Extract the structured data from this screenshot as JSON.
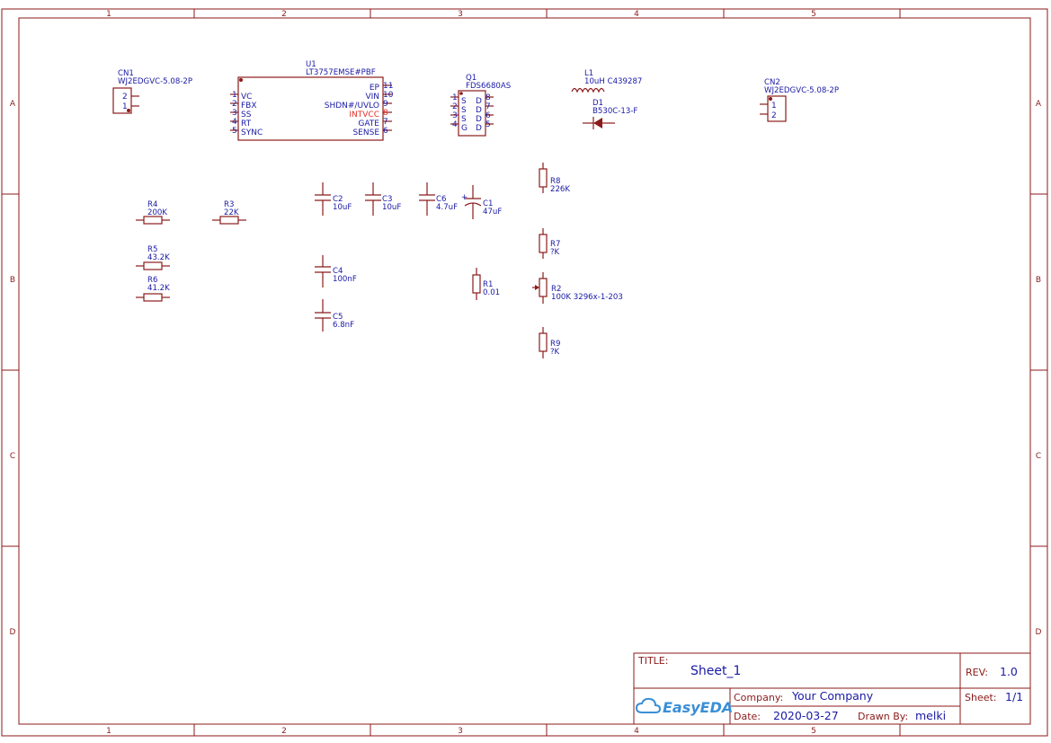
{
  "frame": {
    "col_labels": [
      "1",
      "2",
      "3",
      "4",
      "5"
    ],
    "row_labels": [
      "A",
      "B",
      "C",
      "D"
    ]
  },
  "colors": {
    "line": "#8b1a1a",
    "text": "#1a1aa6",
    "highlight_pin": "#e0302a",
    "logo": "#3a8fd6"
  },
  "components": {
    "cn1": {
      "ref": "CN1",
      "value": "WJ2EDGVC-5.08-2P",
      "pins": [
        "2",
        "1"
      ]
    },
    "cn2": {
      "ref": "CN2",
      "value": "WJ2EDGVC-5.08-2P",
      "pins": [
        "1",
        "2"
      ]
    },
    "u1": {
      "ref": "U1",
      "value": "LT3757EMSE#PBF",
      "left_pins": [
        {
          "num": "1",
          "name": "VC"
        },
        {
          "num": "2",
          "name": "FBX"
        },
        {
          "num": "3",
          "name": "SS"
        },
        {
          "num": "4",
          "name": "RT"
        },
        {
          "num": "5",
          "name": "SYNC"
        }
      ],
      "right_pins": [
        {
          "num": "11",
          "name": "EP"
        },
        {
          "num": "10",
          "name": "VIN"
        },
        {
          "num": "9",
          "name": "SHDN#/UVLO"
        },
        {
          "num": "8",
          "name": "INTVCC"
        },
        {
          "num": "7",
          "name": "GATE"
        },
        {
          "num": "6",
          "name": "SENSE"
        }
      ]
    },
    "q1": {
      "ref": "Q1",
      "value": "FDS6680AS",
      "left_pins": [
        {
          "num": "1",
          "name": "S"
        },
        {
          "num": "2",
          "name": "S"
        },
        {
          "num": "3",
          "name": "S"
        },
        {
          "num": "4",
          "name": "G"
        }
      ],
      "right_pins": [
        {
          "num": "8",
          "name": "D"
        },
        {
          "num": "7",
          "name": "D"
        },
        {
          "num": "6",
          "name": "D"
        },
        {
          "num": "5",
          "name": "D"
        }
      ]
    },
    "l1": {
      "ref": "L1",
      "value": "10uH C439287"
    },
    "d1": {
      "ref": "D1",
      "value": "B530C-13-F"
    },
    "r1": {
      "ref": "R1",
      "value": "0.01"
    },
    "r2": {
      "ref": "R2",
      "value": "100K 3296x-1-203"
    },
    "r3": {
      "ref": "R3",
      "value": "22K"
    },
    "r4": {
      "ref": "R4",
      "value": "200K"
    },
    "r5": {
      "ref": "R5",
      "value": "43.2K"
    },
    "r6": {
      "ref": "R6",
      "value": "41.2K"
    },
    "r7": {
      "ref": "R7",
      "value": "?K"
    },
    "r8": {
      "ref": "R8",
      "value": "226K"
    },
    "r9": {
      "ref": "R9",
      "value": "?K"
    },
    "c1": {
      "ref": "C1",
      "value": "47uF"
    },
    "c2": {
      "ref": "C2",
      "value": "10uF"
    },
    "c3": {
      "ref": "C3",
      "value": "10uF"
    },
    "c4": {
      "ref": "C4",
      "value": "100nF"
    },
    "c5": {
      "ref": "C5",
      "value": "6.8nF"
    },
    "c6": {
      "ref": "C6",
      "value": "4.7uF"
    }
  },
  "title_block": {
    "title_label": "TITLE:",
    "title": "Sheet_1",
    "rev_label": "REV:",
    "rev": "1.0",
    "company_label": "Company:",
    "company": "Your Company",
    "sheet_label": "Sheet:",
    "sheet": "1/1",
    "date_label": "Date:",
    "date": "2020-03-27",
    "drawn_label": "Drawn By:",
    "drawn_by": "melki",
    "logo": "EasyEDA",
    "logo_icon": "cloud-icon"
  }
}
